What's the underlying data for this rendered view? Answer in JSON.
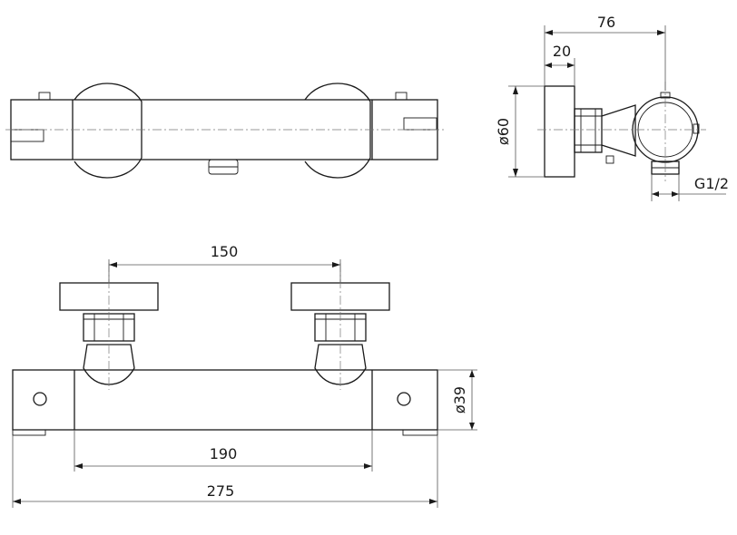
{
  "dimensions": {
    "side_total_depth": "76",
    "side_wall_offset": "20",
    "knob_diameter": "ø60",
    "thread_size": "G1/2",
    "inlet_spacing": "150",
    "body_length": "190",
    "overall_length": "275",
    "body_diameter": "ø39"
  }
}
